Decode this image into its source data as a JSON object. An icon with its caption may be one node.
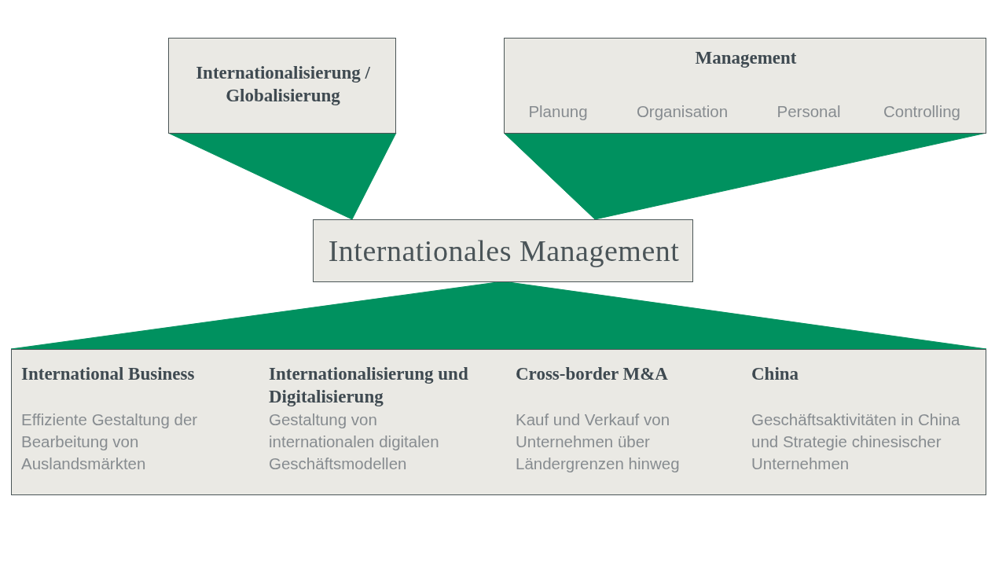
{
  "diagram": {
    "nodes": [
      {
        "text": [
          "Internationalisierung / Globalisierung"
        ]
      },
      {
        "text": [
          "Management",
          "Planung",
          "Organisation",
          "Personal",
          "Controlling"
        ]
      },
      {
        "text": [
          "Internationales Management"
        ]
      },
      {
        "text": [
          "International Business",
          "Effiziente Gestaltung der Bearbeitung von Auslandsmärkten",
          "Internationalisierung und Digitalisierung",
          "Gestaltung von internationalen digitalen Geschäftsmodellen",
          "Cross-border M&A",
          "Kauf und Verkauf von Unternehmen über Ländergrenzen hinweg",
          "China",
          "Geschäftsaktivitäten in China und Strategie chinesischer Unternehmen"
        ]
      }
    ],
    "edges": [
      {
        "from": 0,
        "to": 2,
        "arrow": "none"
      },
      {
        "from": 1,
        "to": 2,
        "arrow": "none"
      },
      {
        "from": 2,
        "to": 3,
        "arrow": "none"
      }
    ]
  }
}
